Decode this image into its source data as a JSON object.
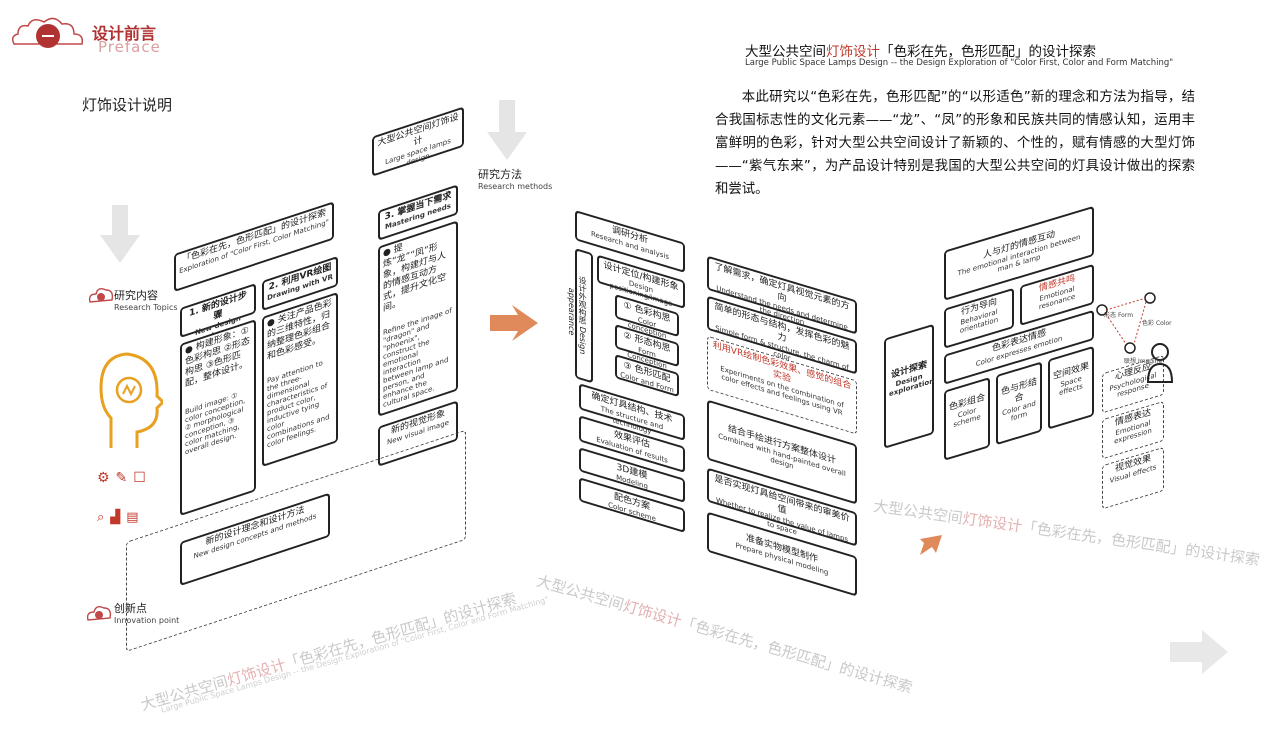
{
  "header": {
    "number": "一",
    "title_cn": "设计前言",
    "title_en": "Preface"
  },
  "subtitle": "灯饰设计说明",
  "right": {
    "title_pre": "大型公共空间",
    "title_hl": "灯饰设计",
    "title_post": "「色彩在先，色形匹配」的设计探索",
    "title_en": "Large Public Space Lamps Design -- the Design Exploration of \"Color First, Color and Form Matching\"",
    "body": "本此研究以“色彩在先，色形匹配”的“以形适色”新的理念和方法为指导，结合我国标志性的文化元素——“龙”、“凤”的形象和民族共同的情感认知，运用丰富鲜明的色彩，针对大型公共空间设计了新颖的、个性的，赋有情感的大型灯饰——“紫气东来”，为产品设计特别是我国的大型公共空间的灯具设计做出的探索和尝试。"
  },
  "left": {
    "research_topics": {
      "cn": "研究内容",
      "en": "Research Topics"
    },
    "innovation": {
      "cn": "创新点",
      "en": "Innovation point"
    },
    "research_methods": {
      "cn": "研究方法",
      "en": "Research methods"
    },
    "top_box": {
      "cn": "大型公共空间灯饰设计",
      "en": "Large space lamps design"
    },
    "explore_box": {
      "cn": "「色彩在先，色形匹配」的设计探索",
      "en": "Exploration of \"Color First, Color Matching\""
    },
    "box1": {
      "cn": "1. 新的设计步骤",
      "en": "New design steps"
    },
    "box2": {
      "cn": "2. 利用VR绘图",
      "en": "Drawing with VR"
    },
    "box3": {
      "cn": "3. 掌握当下需求",
      "en": "Mastering needs"
    },
    "col1_cn": "● 构建形象：①色彩构思 ②形态构思 ③色形匹配，整体设计。",
    "col1_en": "Build image: ① color conception, ② morphological conception, ③ color matching, overall design.",
    "col2_cn": "● 关注产品色彩的三维特性，归纳整理色彩组合和色彩感受。",
    "col2_en": "Pay attention to the three-dimensional characteristics of product color, inductive tying color combinations and color feelings.",
    "col3_cn": "● 提炼“龙”“凤”形象，构建灯与人的情感互动方式，提升文化空间。",
    "col3_en": "Refine the image of \"dragon\" and \"phoenix\", construct the emotional interaction between lamp and person, and enhance the cultural space.",
    "visual_box": {
      "cn": "新的视觉形象",
      "en": "New visual image"
    },
    "concept_box": {
      "cn": "新的设计理念和设计方法",
      "en": "New design concepts and methods"
    }
  },
  "middle": {
    "steps": [
      {
        "cn": "调研分析",
        "en": "Research and analysis"
      },
      {
        "cn": "设计定位/构建形象",
        "en": "Design positioning/image"
      },
      {
        "cn": "① 色彩构思",
        "en": "Color conception"
      },
      {
        "cn": "② 形态构思",
        "en": "Form Conception"
      },
      {
        "cn": "③ 色形匹配",
        "en": "Color and Form"
      },
      {
        "cn": "确定灯具结构、技术",
        "en": "The structure and technology"
      },
      {
        "cn": "效果评估",
        "en": "Evaluation of results"
      },
      {
        "cn": "3D建模",
        "en": "Modeling"
      },
      {
        "cn": "配色方案",
        "en": "Color scheme"
      }
    ],
    "side": {
      "cn": "设计外观构思",
      "en": "Design appearance"
    },
    "notes": [
      {
        "cn": "了解需求，确定灯具视觉元素的方向",
        "en": "Understand the needs and determine the direction"
      },
      {
        "cn": "简单的形态与结构，发挥色彩的魅力",
        "en": "Simple form & structure, the charm of color"
      },
      {
        "cn": "利用VR绘制色彩效果、感觉的组合实验",
        "en": "Experiments on the combination of color effects and feelings using VR"
      },
      {
        "cn": "结合手绘进行方案整体设计",
        "en": "Combined with hand-painted overall design"
      },
      {
        "cn": "是否实现灯具给空间带来的审美价值",
        "en": "Whether to realize the value of lamps to space"
      },
      {
        "cn": "准备实物模型制作",
        "en": "Prepare physical modeling"
      }
    ]
  },
  "rightdiag": {
    "main": {
      "cn": "人与灯的情感互动",
      "en": "The emotional interaction between man & lamp"
    },
    "behavior": {
      "cn": "行为导向",
      "en": "Behavioral orientation"
    },
    "emotion": {
      "cn": "情感共鸣",
      "en": "Emotional resonance"
    },
    "color_emotion": {
      "cn": "色彩表达情感",
      "en": "Color expresses emotion"
    },
    "explore": {
      "cn": "设计探索",
      "en": "Design exploration"
    },
    "scheme": {
      "cn": "色彩组合",
      "en": "Color scheme"
    },
    "form": {
      "cn": "色与形结合",
      "en": "Color and form"
    },
    "space": {
      "cn": "空间效果",
      "en": "Space effects"
    },
    "psych": {
      "cn": "心理反应",
      "en": "Psychological response"
    },
    "expr": {
      "cn": "情感表达",
      "en": "Emotional expression"
    },
    "visual": {
      "cn": "视觉效果",
      "en": "Visual effects"
    },
    "icon_labels": [
      "形态",
      "Form",
      "色彩",
      "Color",
      "联想",
      "Imagine"
    ]
  },
  "watermark": {
    "pre": "大型公共空间",
    "hl": "灯饰设计",
    "post": "「色彩在先，色形匹配」的设计探索",
    "en": "Large Public Space Lamps Design -- the Design Exploration of \"Color First, Color and Form Matching\""
  },
  "colors": {
    "accent": "#b03232",
    "orange": "#e0895a",
    "line": "#222222"
  }
}
